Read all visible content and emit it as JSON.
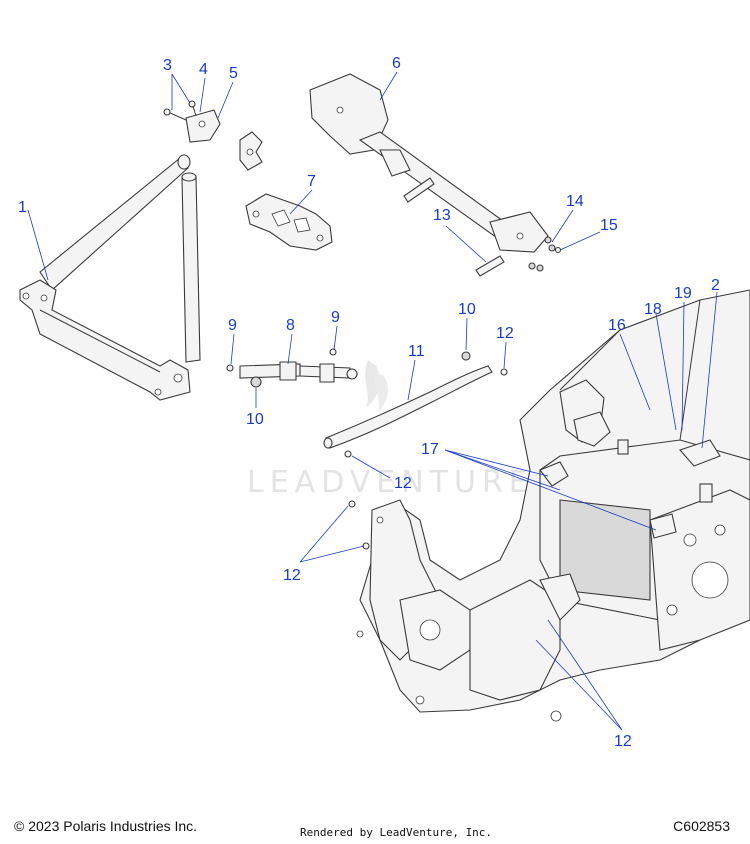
{
  "callouts": [
    {
      "id": "c1",
      "label": "1"
    },
    {
      "id": "c3",
      "label": "3"
    },
    {
      "id": "c4",
      "label": "4"
    },
    {
      "id": "c5",
      "label": "5"
    },
    {
      "id": "c6",
      "label": "6"
    },
    {
      "id": "c7",
      "label": "7"
    },
    {
      "id": "c8",
      "label": "8"
    },
    {
      "id": "c9a",
      "label": "9"
    },
    {
      "id": "c9b",
      "label": "9"
    },
    {
      "id": "c10a",
      "label": "10"
    },
    {
      "id": "c10b",
      "label": "10"
    },
    {
      "id": "c11",
      "label": "11"
    },
    {
      "id": "c12a",
      "label": "12"
    },
    {
      "id": "c12b",
      "label": "12"
    },
    {
      "id": "c12c",
      "label": "12"
    },
    {
      "id": "c12d",
      "label": "12"
    },
    {
      "id": "c13",
      "label": "13"
    },
    {
      "id": "c14",
      "label": "14"
    },
    {
      "id": "c15",
      "label": "15"
    },
    {
      "id": "c16",
      "label": "16"
    },
    {
      "id": "c17",
      "label": "17"
    },
    {
      "id": "c18",
      "label": "18"
    },
    {
      "id": "c19",
      "label": "19"
    },
    {
      "id": "c2",
      "label": "2"
    }
  ],
  "watermark": "LEADVENTURE",
  "footer": {
    "copyright": "© 2023 Polaris Industries Inc.",
    "rendered_by": "Rendered by LeadVenture, Inc.",
    "diagram_code": "C602853"
  },
  "colors": {
    "callout": "#1a3cc4",
    "outline": "#3a3a3a",
    "part_fill": "#f4f4f4",
    "watermark": "#e3e3e3"
  }
}
